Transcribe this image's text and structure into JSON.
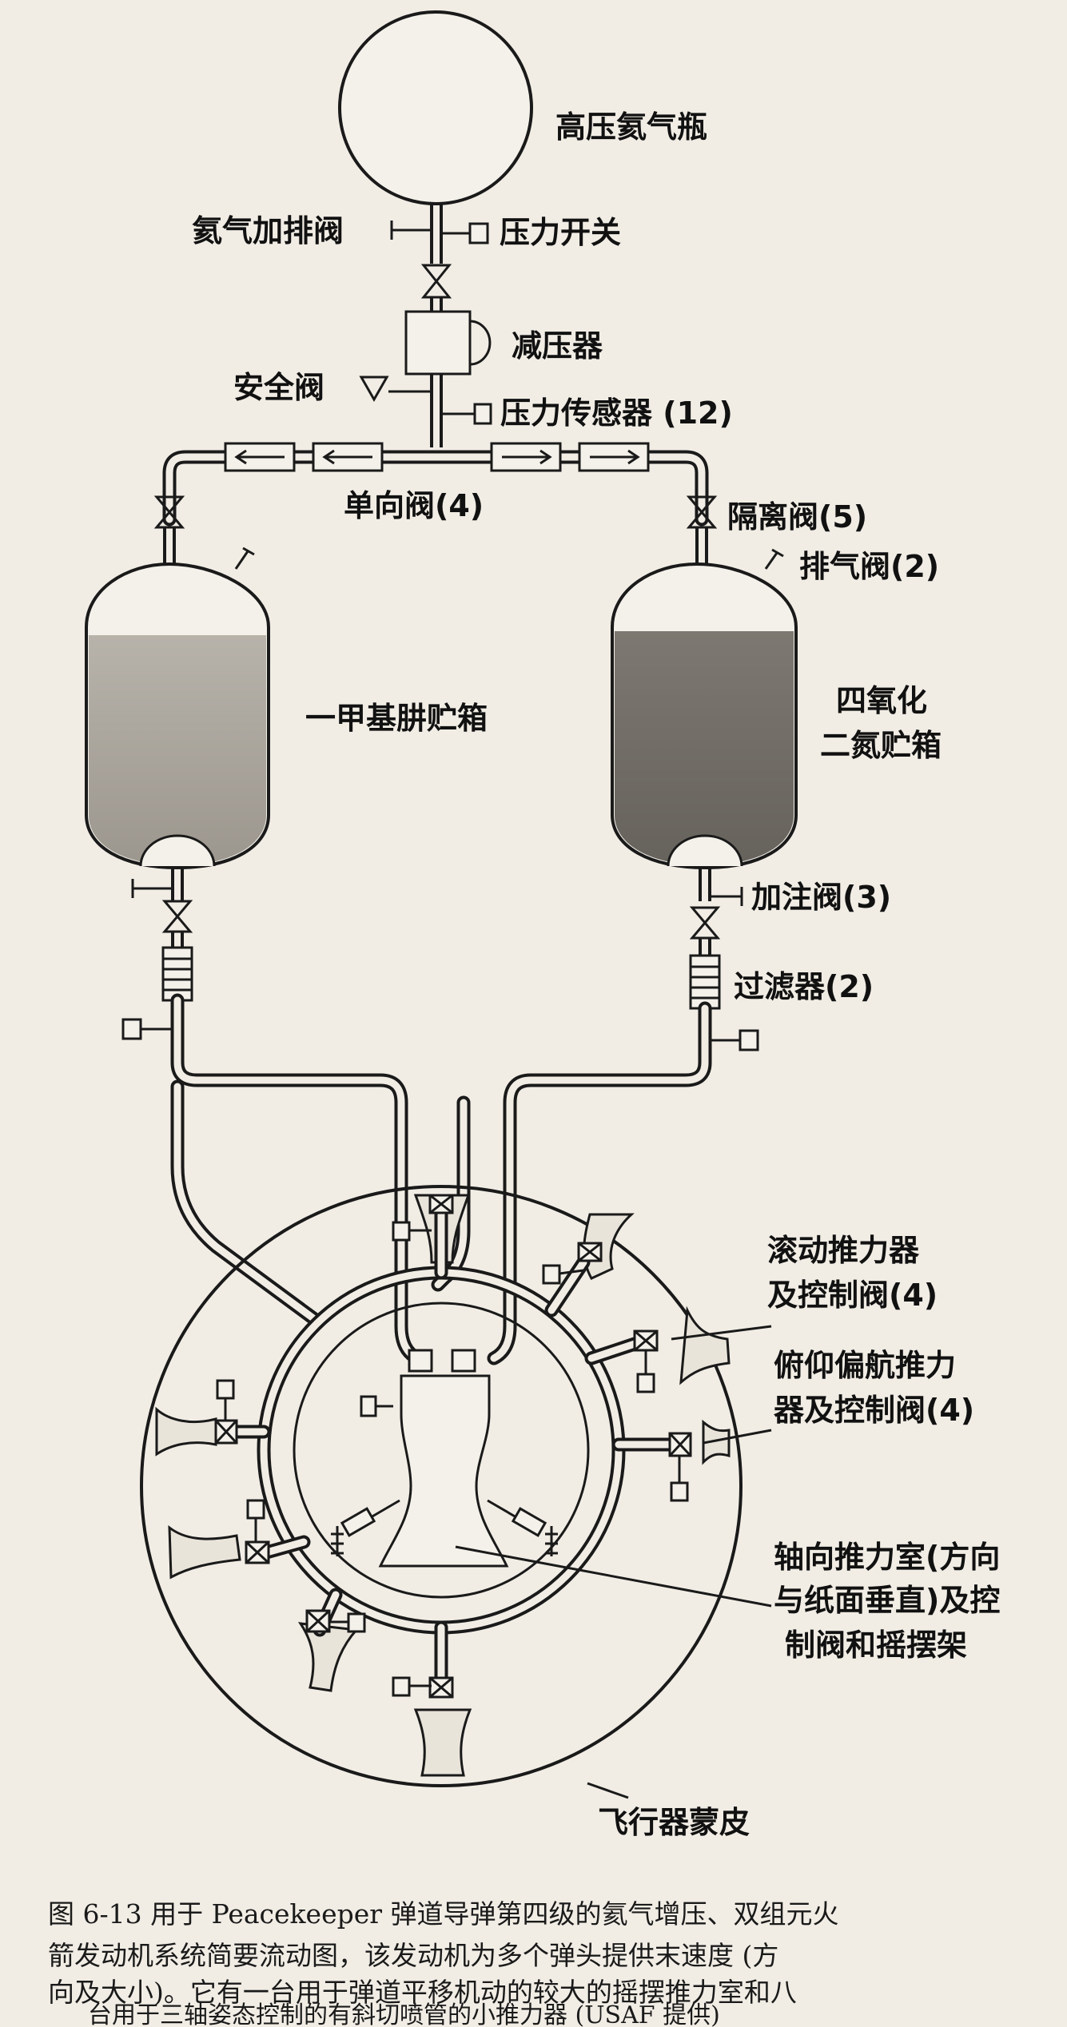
{
  "labels": {
    "helium_bottle": "高压氦气瓶",
    "helium_fill_vent_valve": "氦气加排阀",
    "pressure_switch": "压力开关",
    "pressure_regulator": "减压器",
    "relief_valve": "安全阀",
    "pressure_transducer": "压力传感器 (12)",
    "check_valves": "单向阀(4)",
    "isolation_valves": "隔离阀(5)",
    "vent_valves": "排气阀(2)",
    "mmh_tank": "一甲基肼贮箱",
    "n2o4_tank_line1": "四氧化",
    "n2o4_tank_line2": "二氮贮箱",
    "fill_valves": "加注阀(3)",
    "filters": "过滤器(2)",
    "roll_thrusters_line1": "滚动推力器",
    "roll_thrusters_line2": "及控制阀(4)",
    "pitch_yaw_line1": "俯仰偏航推力",
    "pitch_yaw_line2": "器及控制阀(4)",
    "axial_chamber_line1": "轴向推力室(方向",
    "axial_chamber_line2": "与纸面垂直)及控",
    "axial_chamber_line3": "制阀和摇摆架",
    "vehicle_skin": "飞行器蒙皮"
  },
  "caption": {
    "line1": "图 6-13  用于 Peacekeeper 弹道导弹第四级的氦气增压、双组元火",
    "line2": "箭发动机系统简要流动图，该发动机为多个弹头提供末速度 (方",
    "line3": "向及大小)。它有一台用于弹道平移机动的较大的摇摆推力室和八",
    "line4": "台用于三轴姿态控制的有斜切喷管的小推力器 (USAF 提供)"
  },
  "colors": {
    "background": "#f1ede5",
    "ink": "#1a1a1a",
    "propellant_mmh": "#a9a49b",
    "propellant_n2o4": "#77726b"
  }
}
